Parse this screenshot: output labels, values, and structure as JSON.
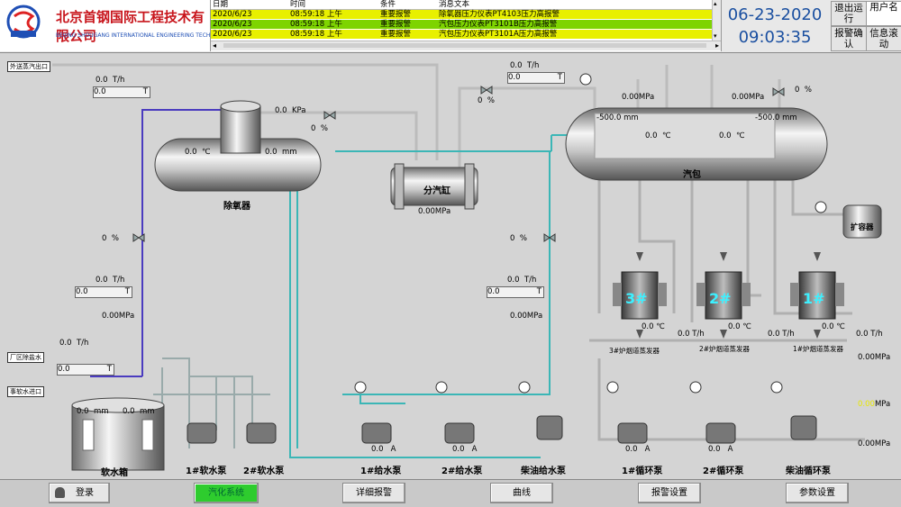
{
  "company": {
    "name_cn": "北京首钢国际工程技术有限公司",
    "name_en": "BEIJING SHOUGANG INTERNATIONAL ENGINEERING TECHNOLOGY CO.,LTD."
  },
  "alarm_table": {
    "headers": [
      "日期",
      "时间",
      "条件",
      "消息文本"
    ],
    "rows": [
      {
        "date": "2020/6/23",
        "time": "08:59:18 上午",
        "condition": "重要报警",
        "text": "除氧器压力仪表PT4103压力高报警",
        "color": "#e8f000"
      },
      {
        "date": "2020/6/23",
        "time": "08:59:18 上午",
        "condition": "重要报警",
        "text": "汽包压力仪表PT3101B压力高报警",
        "color": "#7ed400"
      },
      {
        "date": "2020/6/23",
        "time": "08:59:18 上午",
        "condition": "重要报警",
        "text": "汽包压力仪表PT3101A压力高报警",
        "color": "#e8f000"
      }
    ]
  },
  "clock": {
    "date": "06-23-2020",
    "time": "09:03:35"
  },
  "header_buttons": {
    "exit": "退出运行",
    "user": "用户名",
    "ack": "报警确认",
    "scroll": "信息滚动"
  },
  "footer": {
    "login": "登录",
    "steam_system": "汽化系统",
    "alarm_detail": "详细报警",
    "curve": "曲线",
    "alarm_settings": "报警设置",
    "param_settings": "参数设置"
  },
  "process": {
    "steam_outlet_tag": "外送蒸汽出口",
    "water_inlet_tag": "厂区除盐水",
    "soft_water_tag": "事软水进口",
    "deaerator": {
      "name": "除氧器",
      "temp": "0.0",
      "temp_unit": "℃",
      "level": "0.0",
      "level_unit": "mm",
      "pressure": "0.0",
      "pressure_unit": "KPa"
    },
    "header_dist": {
      "name": "分汽缸",
      "pressure": "0.00MPa"
    },
    "drum": {
      "name": "汽包",
      "level1": "-500.0 mm",
      "level2": "-500.0 mm",
      "temp1": "0.0",
      "temp2": "0.0",
      "temp_unit": "℃",
      "p1": "0.00MPa",
      "p2": "0.00MPa"
    },
    "expander": {
      "name": "扩容器"
    },
    "soft_tank": {
      "name": "软水箱",
      "level1": "0.0",
      "level2": "0.0",
      "unit": "mm"
    },
    "steam_flow_out": {
      "rate": "0.0",
      "unit": "T/h",
      "total": "0.0",
      "total_unit": "T"
    },
    "top_flow": {
      "rate": "0.0",
      "unit": "T/h",
      "total": "0.0",
      "total_unit": "T"
    },
    "deaerator_valve": {
      "value": "0",
      "unit": "%"
    },
    "top_valve": {
      "value": "0",
      "unit": "%"
    },
    "drum_valve": {
      "value": "0",
      "unit": "%"
    },
    "left_valve": {
      "value": "0",
      "unit": "%"
    },
    "mid_valve": {
      "value": "0",
      "unit": "%"
    },
    "left_flow": {
      "rate": "0.0",
      "unit": "T/h",
      "total": "0.0",
      "total_unit": "T",
      "pressure": "0.00MPa"
    },
    "mid_flow": {
      "rate": "0.0",
      "unit": "T/h",
      "total": "0.0",
      "total_unit": "T",
      "pressure": "0.00MPa"
    },
    "water_in_flow": {
      "rate": "0.0",
      "unit": "T/h",
      "total": "0.0",
      "total_unit": "T"
    },
    "evaporators": [
      {
        "label": "3#",
        "name": "3#炉烟道蒸发器",
        "temp": "0.0",
        "temp_unit": "℃",
        "flow": "0.0",
        "flow_unit": "T/h"
      },
      {
        "label": "2#",
        "name": "2#炉烟道蒸发器",
        "temp": "0.0",
        "temp_unit": "℃",
        "flow": "0.0",
        "flow_unit": "T/h"
      },
      {
        "label": "1#",
        "name": "1#炉烟道蒸发器",
        "temp": "0.0",
        "temp_unit": "℃",
        "flow": "0.0",
        "flow_unit": "T/h"
      }
    ],
    "right_pressures": {
      "p1": "0.00MPa",
      "p2": "0.00",
      "p2_unit": "MPa",
      "p3": "0.00MPa"
    },
    "pumps": [
      {
        "name": "1#软水泵"
      },
      {
        "name": "2#软水泵"
      },
      {
        "name": "1#给水泵",
        "current": "0.0",
        "unit": "A"
      },
      {
        "name": "2#给水泵",
        "current": "0.0",
        "unit": "A"
      },
      {
        "name": "柴油给水泵"
      },
      {
        "name": "1#循环泵",
        "current": "0.0",
        "unit": "A"
      },
      {
        "name": "2#循环泵",
        "current": "0.0",
        "unit": "A"
      },
      {
        "name": "柴油循环泵"
      }
    ]
  }
}
